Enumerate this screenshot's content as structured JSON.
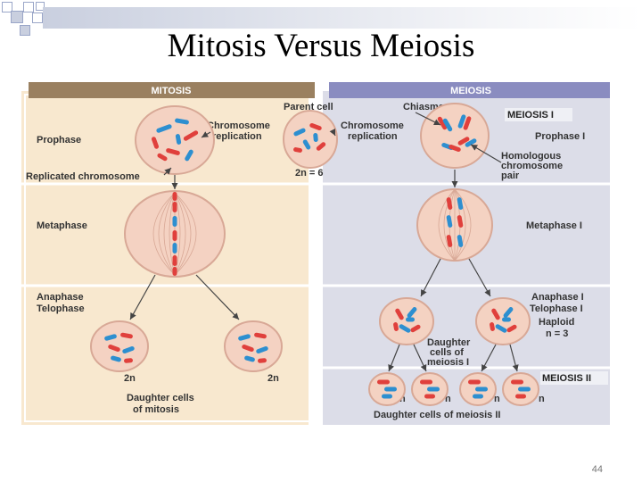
{
  "slide": {
    "title": "Mitosis Versus Meiosis",
    "page_number": "44"
  },
  "diagram": {
    "headers": {
      "mitosis": "MITOSIS",
      "meiosis": "MEIOSIS"
    },
    "labels": {
      "parent_cell": "Parent cell",
      "chiasma": "Chiasma",
      "meiosis_i": "MEIOSIS I",
      "chromosome_replication_1": "Chromosome",
      "chromosome_replication_2": "replication",
      "prophase": "Prophase",
      "prophase_i": "Prophase I",
      "homologous_1": "Homologous",
      "homologous_2": "chromosome",
      "homologous_3": "pair",
      "replicated_chromosome": "Replicated chromosome",
      "diploid_number": "2n = 6",
      "metaphase": "Metaphase",
      "metaphase_i": "Metaphase I",
      "anaphase": "Anaphase",
      "telophase": "Telophase",
      "anaphase_i": "Anaphase I",
      "telophase_i": "Telophase I",
      "haploid": "Haploid",
      "haploid_number": "n = 3",
      "daughter_meiosis_i_1": "Daughter",
      "daughter_meiosis_i_2": "cells of",
      "daughter_meiosis_i_3": "meiosis I",
      "two_n": "2n",
      "meiosis_ii": "MEIOSIS II",
      "n": "n",
      "daughter_mitosis_1": "Daughter cells",
      "daughter_mitosis_2": "of mitosis",
      "daughter_meiosis_ii": "Daughter cells of meiosis II"
    },
    "colors": {
      "mitosis_header": "#9a8060",
      "meiosis_header": "#8a8cc0",
      "mitosis_panel": "#f8e8cf",
      "meiosis_panel": "#dcdde8",
      "cell_fill": "#f4d2c2",
      "cell_edge": "#d8a896",
      "chromosome_red": "#e0403c",
      "chromosome_blue": "#2d8fd0",
      "label_text": "#333333",
      "header_text": "#ffffff"
    }
  }
}
